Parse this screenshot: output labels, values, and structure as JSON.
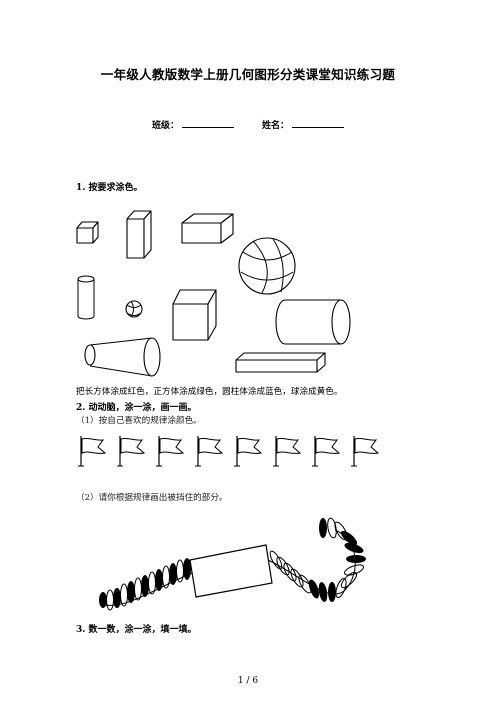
{
  "title": "一年级人教版数学上册几何图形分类课堂知识练习题",
  "fields": {
    "class_label": "班级：",
    "name_label": "姓名："
  },
  "questions": [
    {
      "heading": "1. 按要求涂色。",
      "instruction": "把长方体涂成红色，正方体涂成绿色，圆柱体涂成蓝色，球涂成黄色。"
    },
    {
      "heading": "2. 动动脑，涂一涂，画一画。",
      "parts": [
        "（1）按自己喜欢的规律涂颜色。",
        "（2）请你根据规律画出被挡住的部分。"
      ]
    },
    {
      "heading": "3. 数一数，涂一涂，填一填。"
    }
  ],
  "footer": "1 / 6",
  "icons": {
    "shapes": [
      "small-cube",
      "tall-cuboid",
      "flat-cuboid",
      "basketball",
      "cylinder",
      "small-ball",
      "cube",
      "lying-cylinder",
      "cone-frustum",
      "long-cuboid"
    ],
    "flag": "flag-icon",
    "bead": "bead-icon"
  },
  "flag_count": 8
}
